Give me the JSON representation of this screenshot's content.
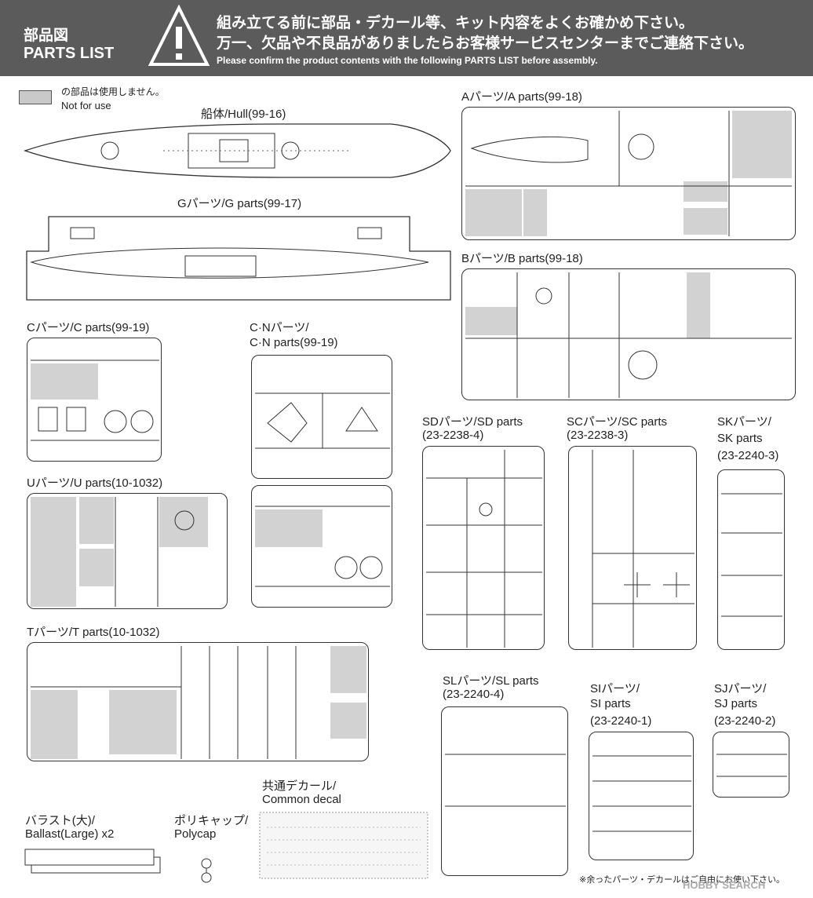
{
  "header": {
    "title_ja": "部品図",
    "title_en": "PARTS LIST",
    "line1": "組み立てる前に部品・デカール等、キット内容をよくお確かめ下さい。",
    "line2": "万一、欠品や不良品がありましたらお客様サービスセンターまでご連絡下さい。",
    "line3": "Please confirm the product contents with the following PARTS LIST before assembly."
  },
  "legend": {
    "ja": "の部品は使用しません。",
    "en": "Not for use"
  },
  "sections": {
    "hull": "船体/Hull(99-16)",
    "g": "Gパーツ/G parts(99-17)",
    "a": "Aパーツ/A parts(99-18)",
    "b": "Bパーツ/B parts(99-18)",
    "c": "Cパーツ/C parts(99-19)",
    "cn1": "C·Nパーツ/",
    "cn2": "C·N parts(99-19)",
    "u": "Uパーツ/U parts(10-1032)",
    "t": "Tパーツ/T parts(10-1032)",
    "sd1": "SDパーツ/SD parts",
    "sd2": "(23-2238-4)",
    "sc1": "SCパーツ/SC parts",
    "sc2": "(23-2238-3)",
    "sk1": "SKパーツ/",
    "sk2": "SK parts",
    "sk3": "(23-2240-3)",
    "sl1": "SLパーツ/SL parts",
    "sl2": "(23-2240-4)",
    "si1": "SIパーツ/",
    "si2": "SI parts",
    "si3": "(23-2240-1)",
    "sj1": "SJパーツ/",
    "sj2": "SJ parts",
    "sj3": "(23-2240-2)",
    "decal1": "共通デカール/",
    "decal2": "Common decal",
    "ballast1": "バラスト(大)/",
    "ballast2": "Ballast(Large)  x2",
    "poly1": "ポリキャップ/",
    "poly2": "Polycap"
  },
  "footer": {
    "note": "※余ったパーツ・デカールはご自由にお使い下さい。",
    "watermark": "HOBBY SEARCH"
  }
}
